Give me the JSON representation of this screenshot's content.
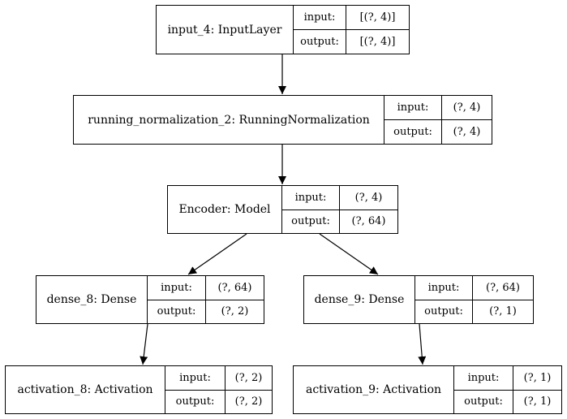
{
  "colors": {
    "line": "#000000",
    "background": "#ffffff"
  },
  "labels": {
    "input": "input:",
    "output": "output:"
  },
  "nodes": {
    "input_4": {
      "name": "input_4: InputLayer",
      "input": "[(?, 4)]",
      "output": "[(?, 4)]"
    },
    "running_norm": {
      "name": "running_normalization_2: RunningNormalization",
      "input": "(?, 4)",
      "output": "(?, 4)"
    },
    "encoder": {
      "name": "Encoder: Model",
      "input": "(?, 4)",
      "output": "(?, 64)"
    },
    "dense_8": {
      "name": "dense_8: Dense",
      "input": "(?, 64)",
      "output": "(?, 2)"
    },
    "dense_9": {
      "name": "dense_9: Dense",
      "input": "(?, 64)",
      "output": "(?, 1)"
    },
    "activation_8": {
      "name": "activation_8: Activation",
      "input": "(?, 2)",
      "output": "(?, 2)"
    },
    "activation_9": {
      "name": "activation_9: Activation",
      "input": "(?, 1)",
      "output": "(?, 1)"
    }
  },
  "edges": [
    {
      "from": "input_4",
      "to": "running_norm"
    },
    {
      "from": "running_norm",
      "to": "encoder"
    },
    {
      "from": "encoder",
      "to": "dense_8"
    },
    {
      "from": "encoder",
      "to": "dense_9"
    },
    {
      "from": "dense_8",
      "to": "activation_8"
    },
    {
      "from": "dense_9",
      "to": "activation_9"
    }
  ]
}
